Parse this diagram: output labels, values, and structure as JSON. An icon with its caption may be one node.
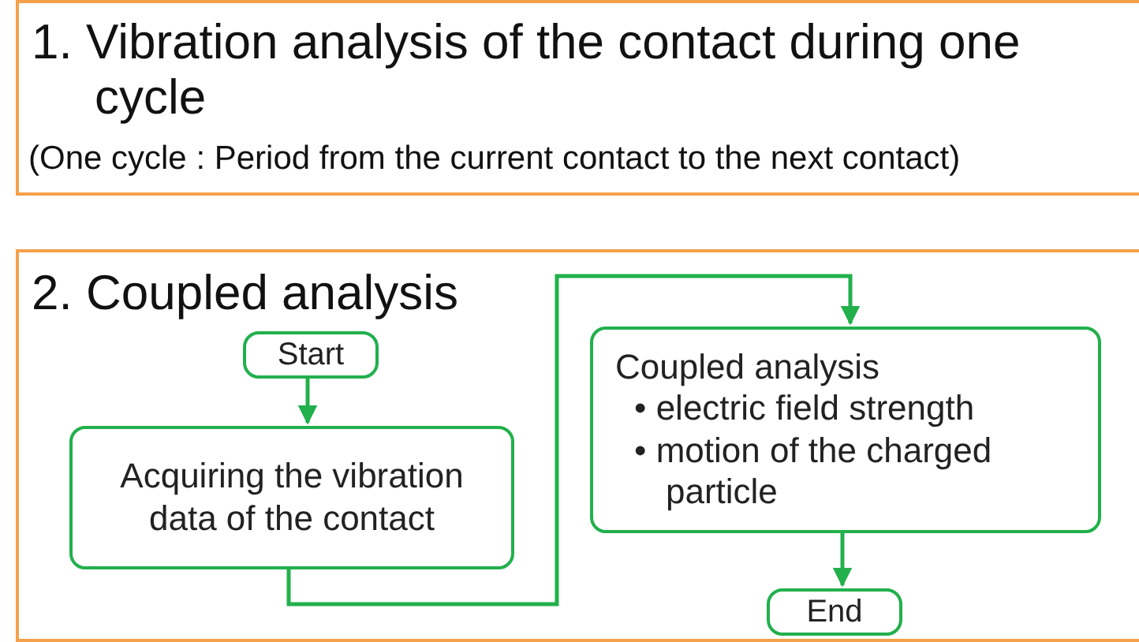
{
  "diagram": {
    "nodes": [
      {
        "text": [
          "1. Vibration analysis of the contact during one cycle",
          "(One cycle : Period from the current contact to the next contact)"
        ]
      },
      {
        "text": [
          "2. Coupled analysis"
        ]
      },
      {
        "text": [
          "Start"
        ],
        "in": 1
      },
      {
        "text": [
          "Acquiring the vibration data of the contact"
        ],
        "in": 1
      },
      {
        "text": [
          "Coupled analysis",
          "• electric field strength",
          "• motion of the charged particle"
        ],
        "in": 1
      },
      {
        "text": [
          "End"
        ],
        "in": 1
      }
    ],
    "edges": [
      {
        "from": 2,
        "to": 3,
        "arrow": "to"
      },
      {
        "from": 3,
        "to": 4,
        "arrow": "to"
      },
      {
        "from": 4,
        "to": 5,
        "arrow": "to"
      }
    ]
  }
}
